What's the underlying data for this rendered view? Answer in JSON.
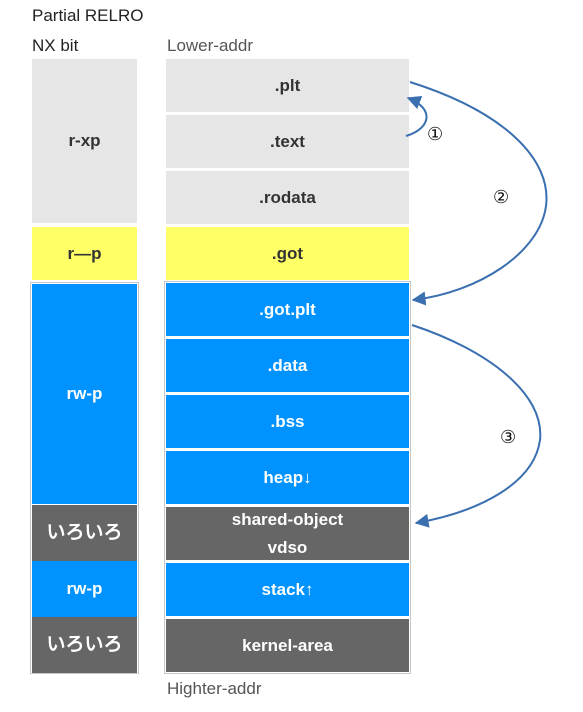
{
  "header": {
    "title": "Partial RELRO",
    "subtitle": "NX bit",
    "lower_addr": "Lower-addr",
    "higher_addr": "Highter-addr"
  },
  "permissions": [
    {
      "label": "r-xp"
    },
    {
      "label": "r—p"
    },
    {
      "label": "rw-p"
    },
    {
      "label": "いろいろ"
    },
    {
      "label": "rw-p"
    },
    {
      "label": "いろいろ"
    }
  ],
  "sections": [
    {
      "label": ".plt"
    },
    {
      "label": ".text"
    },
    {
      "label": ".rodata"
    },
    {
      "label": ".got"
    },
    {
      "label": ".got.plt"
    },
    {
      "label": ".data"
    },
    {
      "label": ".bss"
    },
    {
      "label": "heap↓"
    },
    {
      "label": "shared-object\nvdso"
    },
    {
      "label": "stack↑"
    },
    {
      "label": "kernel-area"
    }
  ],
  "arrows": [
    {
      "label": "①",
      "from": ".text",
      "to": ".plt"
    },
    {
      "label": "②",
      "from": ".plt",
      "to": ".got.plt"
    },
    {
      "label": "③",
      "from": ".got.plt",
      "to": "shared-object vdso"
    }
  ],
  "colors": {
    "read_only": "#e6e6e6",
    "relro": "#ffff66",
    "writable": "#0092fe",
    "other": "#666666",
    "arrow": "#3a6fb0"
  }
}
